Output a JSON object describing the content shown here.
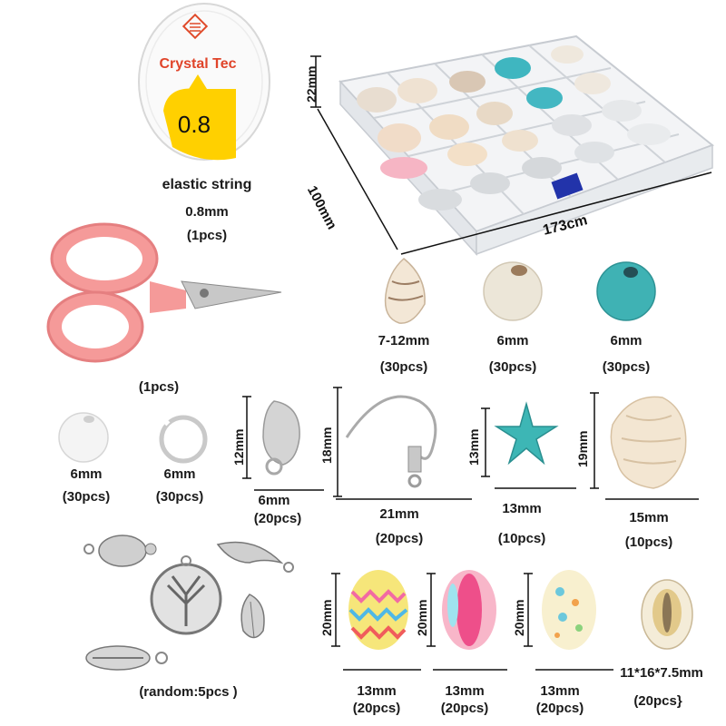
{
  "spool": {
    "brand": "Crystal Tec",
    "size": "0.8",
    "label": "elastic string",
    "dim": "0.8mm",
    "qty": "(1pcs)"
  },
  "box": {
    "height": "22mm",
    "depth": "100mm",
    "width": "173cm"
  },
  "scissors": {
    "qty": "(1pcs)"
  },
  "row1": [
    {
      "name": "small-shell",
      "size": "7-12mm",
      "qty": "(30pcs)"
    },
    {
      "name": "ivory-bead",
      "size": "6mm",
      "qty": "(30pcs)"
    },
    {
      "name": "turquoise-bead",
      "size": "6mm",
      "qty": "(30pcs)"
    }
  ],
  "row2": {
    "pearl": {
      "size": "6mm",
      "qty": "(30pcs)"
    },
    "jumpring": {
      "size": "6mm",
      "qty": "(30pcs)"
    },
    "clasp": {
      "h": "12mm",
      "w": "6mm",
      "qty": "(20pcs)"
    },
    "hook": {
      "h": "18mm",
      "w": "21mm",
      "qty": "(20pcs)"
    },
    "starfish": {
      "h": "13mm",
      "w": "13mm",
      "qty": "(10pcs)"
    },
    "scallop": {
      "h": "19mm",
      "w": "15mm",
      "qty": "(10pcs)"
    }
  },
  "charms": {
    "qty": "(random:5pcs )"
  },
  "cowries": [
    {
      "name": "zigzag-cowrie",
      "h": "20mm",
      "w": "13mm",
      "qty": "(20pcs)"
    },
    {
      "name": "pink-cowrie",
      "h": "20mm",
      "w": "13mm",
      "qty": "(20pcs)"
    },
    {
      "name": "speckled-cowrie",
      "h": "20mm",
      "w": "13mm",
      "qty": "(20pcs)"
    },
    {
      "name": "natural-cowrie",
      "size": "11*16*7.5mm",
      "qty": "(20pcs}"
    }
  ]
}
